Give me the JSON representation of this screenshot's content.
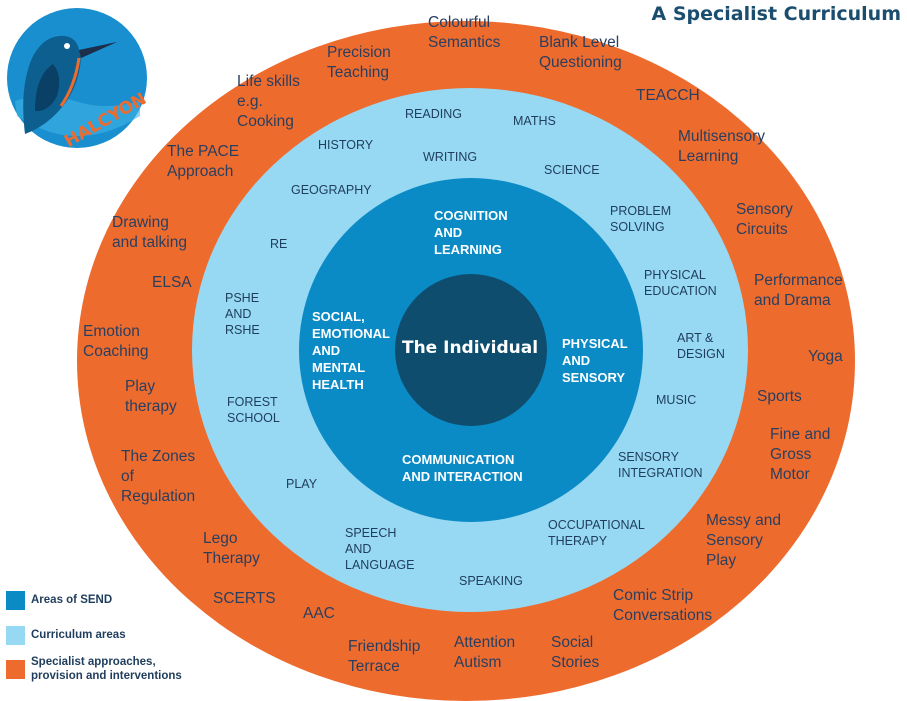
{
  "title": "A Specialist Curriculum",
  "logo_text": "HALCYON",
  "colors": {
    "send": "#0b8bc6",
    "curriculum": "#97d9f2",
    "specialist": "#ee6b2e",
    "core": "#0e4d6e"
  },
  "core": "The Individual",
  "send_areas": [
    "COGNITION\nAND\nLEARNING",
    "SOCIAL,\nEMOTIONAL\nAND\nMENTAL\nHEALTH",
    "PHYSICAL\nAND\nSENSORY",
    "COMMUNICATION\nAND INTERACTION"
  ],
  "curriculum_areas": [
    "READING",
    "MATHS",
    "HISTORY",
    "WRITING",
    "SCIENCE",
    "GEOGRAPHY",
    "PROBLEM\nSOLVING",
    "RE",
    "PHYSICAL\nEDUCATION",
    "PSHE\nAND\nRSHE",
    "ART &\nDESIGN",
    "MUSIC",
    "FOREST\nSCHOOL",
    "SENSORY\nINTEGRATION",
    "PLAY",
    "OCCUPATIONAL\nTHERAPY",
    "SPEECH\nAND\nLANGUAGE",
    "SPEAKING"
  ],
  "specialist_approaches": [
    "Colourful\nSemantics",
    "Blank Level\nQuestioning",
    "Precision\nTeaching",
    "Life skills\ne.g.\nCooking",
    "TEACCH",
    "Multisensory\nLearning",
    "The PACE\nApproach",
    "Sensory\nCircuits",
    "Drawing\nand talking",
    "ELSA",
    "Performance\nand Drama",
    "Emotion\nCoaching",
    "Yoga",
    "Play\ntherapy",
    "Sports",
    "Fine and\nGross\nMotor",
    "The Zones\nof\nRegulation",
    "Messy and\nSensory\nPlay",
    "Lego\nTherapy",
    "SCERTS",
    "AAC",
    "Comic Strip\nConversations",
    "Friendship\nTerrace",
    "Attention\nAutism",
    "Social\nStories"
  ],
  "legend": [
    {
      "label": "Areas of SEND"
    },
    {
      "label": "Curriculum areas"
    },
    {
      "label": "Specialist approaches,\nprovision and interventions"
    }
  ]
}
